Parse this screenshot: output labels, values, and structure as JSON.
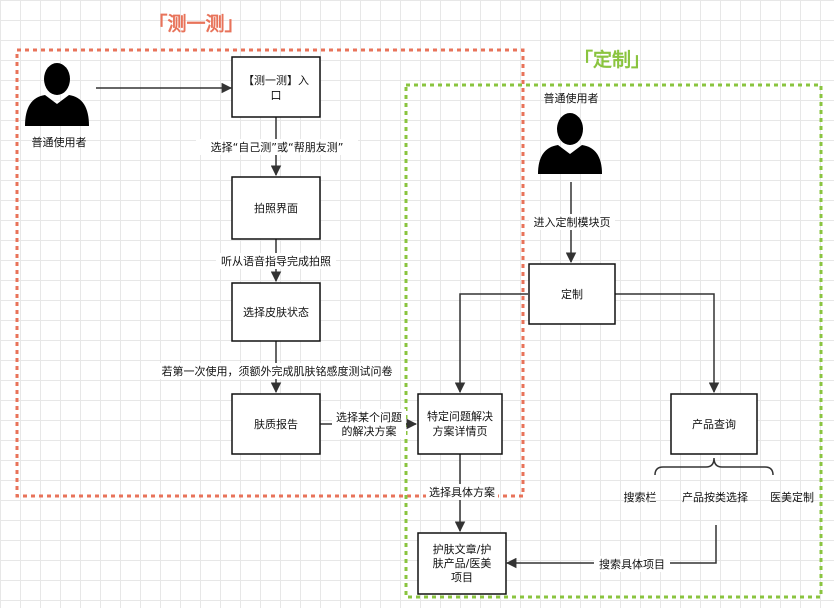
{
  "colors": {
    "region_1": "#e8735a",
    "region_2": "#8ac43f",
    "node_border": "#111111",
    "edge": "#333333",
    "grid": "#e7e7e7",
    "person": "#000000"
  },
  "regions": {
    "test": {
      "title": "「测一测」"
    },
    "custom": {
      "title": "「定制」"
    }
  },
  "people": {
    "user_left": {
      "label": "普通使用者"
    },
    "user_right": {
      "label": "普通使用者"
    }
  },
  "nodes": {
    "entry": {
      "lines": [
        "【测一测】入",
        "口"
      ]
    },
    "photo": {
      "lines": [
        "拍照界面"
      ]
    },
    "skin_state": {
      "lines": [
        "选择皮肤状态"
      ]
    },
    "report": {
      "lines": [
        "肤质报告"
      ]
    },
    "detail": {
      "lines": [
        "特定问题解决",
        "方案详情页"
      ]
    },
    "custom": {
      "lines": [
        "定制"
      ]
    },
    "product_query": {
      "lines": [
        "产品查询"
      ]
    },
    "content": {
      "lines": [
        "护肤文章/护",
        "肤产品/医美",
        "项目"
      ]
    }
  },
  "edges": {
    "choose_mode": "选择“自己测”或“帮朋友测”",
    "voice_guide": "听从语音指导完成拍照",
    "first_use": "若第一次使用，须额外完成肌肤铭感度测试问卷",
    "choose_problem": [
      "选择某个问题",
      "的解决方案"
    ],
    "choose_plan": "选择具体方案",
    "enter_custom": "进入定制模块页",
    "search_item": "搜索具体项目"
  },
  "options": {
    "search_bar": "搜索栏",
    "category": "产品按类选择",
    "aesthetic": "医美定制"
  }
}
